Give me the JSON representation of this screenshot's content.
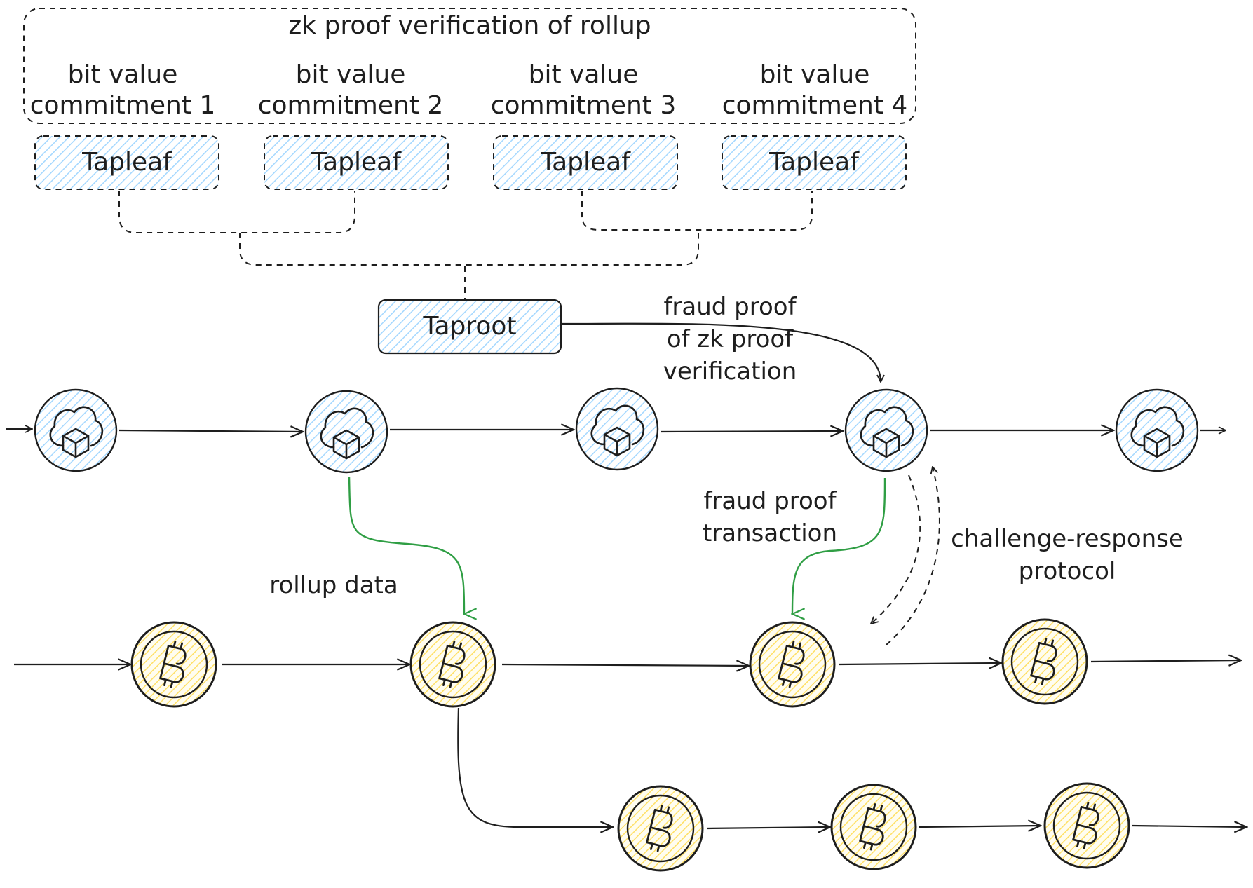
{
  "top_group": {
    "title": "zk proof verification of rollup",
    "commitments": [
      {
        "line1": "bit value",
        "line2": "commitment 1"
      },
      {
        "line1": "bit value",
        "line2": "commitment 2"
      },
      {
        "line1": "bit value",
        "line2": "commitment 3"
      },
      {
        "line1": "bit value",
        "line2": "commitment 4"
      }
    ],
    "tapleaves": [
      "Tapleaf",
      "Tapleaf",
      "Tapleaf",
      "Tapleaf"
    ]
  },
  "taproot": {
    "label": "Taproot"
  },
  "labels": {
    "fraud_proof_verification": [
      "fraud proof",
      "of zk proof",
      "verification"
    ],
    "fraud_proof_transaction": [
      "fraud proof",
      "transaction"
    ],
    "challenge_response": [
      "challenge-response",
      "protocol"
    ],
    "rollup_data": "rollup data"
  },
  "icons": {
    "rollup_node": "cloud-block-icon",
    "bitcoin_node": "bitcoin-coin-icon"
  },
  "colors": {
    "blue_fill": "#a5d8ff",
    "coin_fill": "#ffec99",
    "green_arrow": "#2f9e44",
    "stroke": "#1e1e1e"
  }
}
